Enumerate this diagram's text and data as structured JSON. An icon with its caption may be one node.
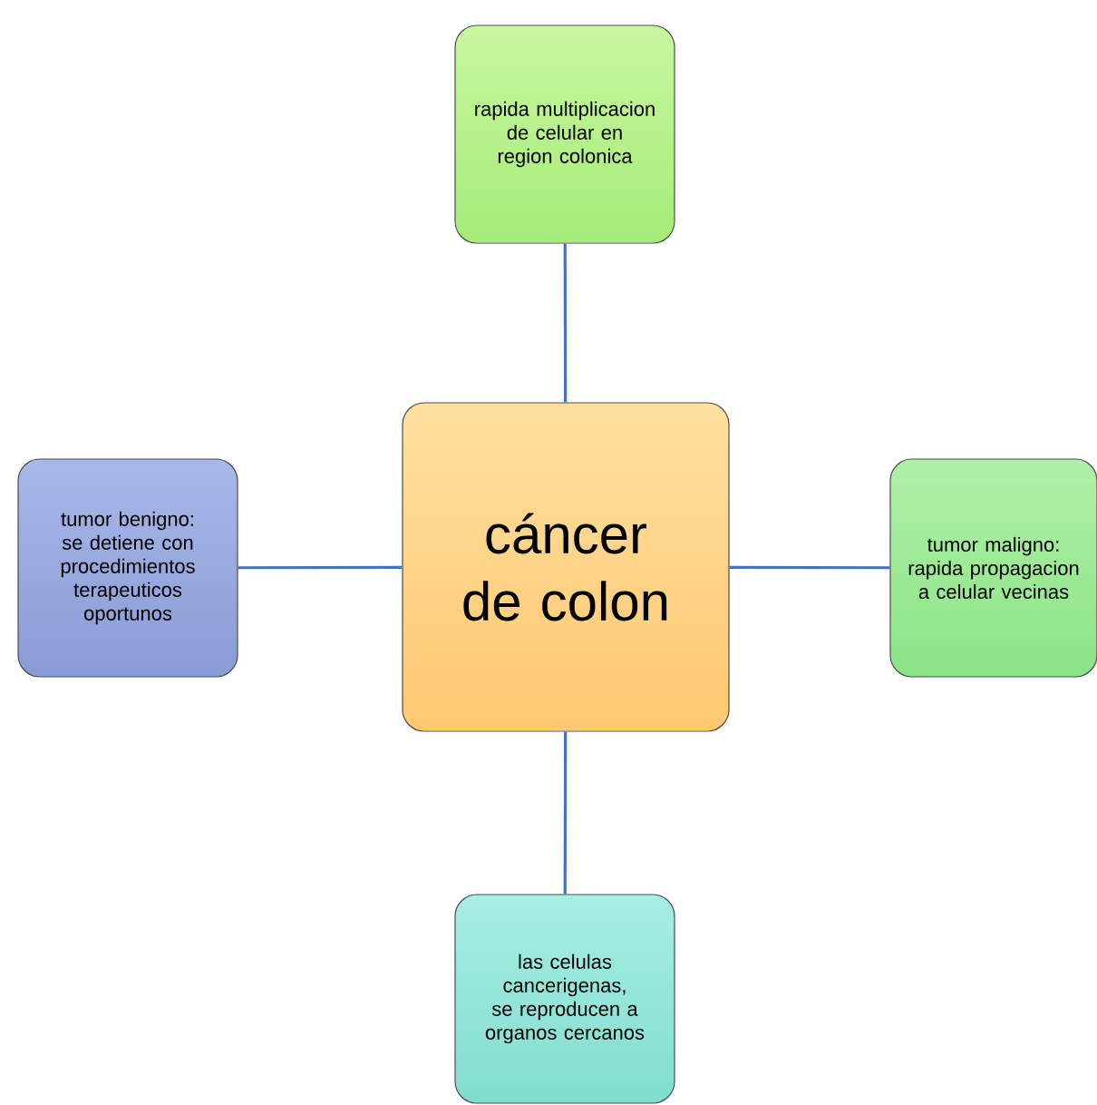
{
  "diagram": {
    "nodes": [
      {
        "text": [
          "cáncer de colon"
        ]
      },
      {
        "text": [
          "rapida multiplicacion de celular en region colonica"
        ]
      },
      {
        "text": [
          "tumor benigno: se detiene con procedimientos terapeuticos oportunos"
        ]
      },
      {
        "text": [
          "tumor maligno: rapida propagacion a celular vecinas"
        ]
      },
      {
        "text": [
          "las celulas cancerigenas, se reproducen a organos cercanos"
        ]
      }
    ],
    "edges": [
      {
        "from": 0,
        "to": 1,
        "arrow": "none"
      },
      {
        "from": 0,
        "to": 2,
        "arrow": "none"
      },
      {
        "from": 0,
        "to": 3,
        "arrow": "none"
      },
      {
        "from": 0,
        "to": 4,
        "arrow": "none"
      }
    ]
  }
}
